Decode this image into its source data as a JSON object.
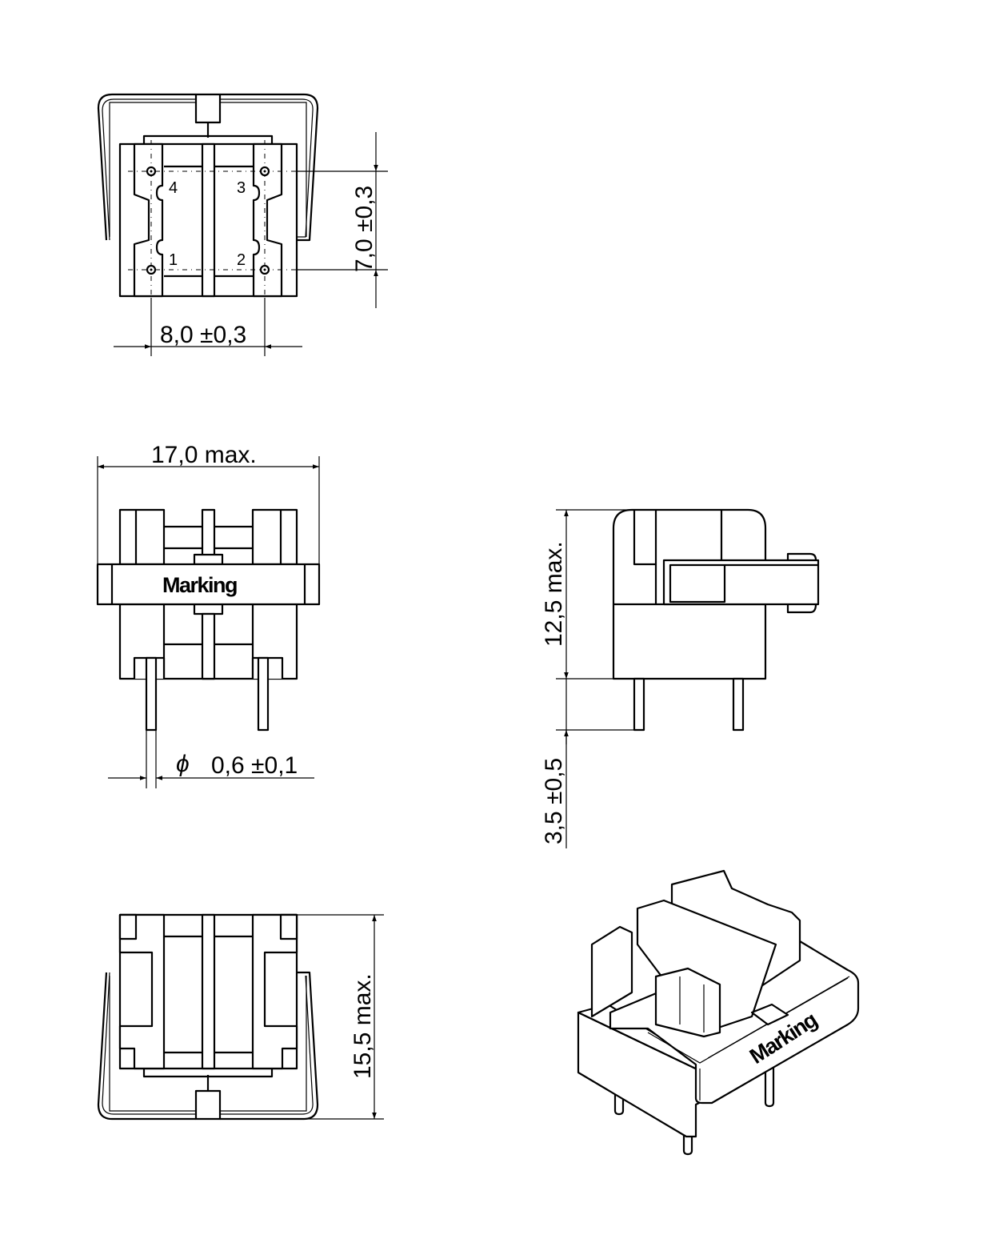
{
  "drawing": {
    "top_view": {
      "pin_labels": [
        "1",
        "2",
        "3",
        "4"
      ],
      "dim_pin_pitch_horizontal": "8,0 ±0,3",
      "dim_pin_pitch_vertical": "7,0 ±0,3"
    },
    "front_view": {
      "dim_width": "17,0 max.",
      "marking_label": "Marking",
      "dim_pin_diameter_symbol": "ϕ",
      "dim_pin_diameter": "0,6 ±0,1"
    },
    "side_view": {
      "dim_height": "12,5 max.",
      "dim_pin_length": "3,5 ±0,5"
    },
    "bottom_view": {
      "dim_depth": "15,5 max."
    },
    "iso_view": {
      "marking_label": "Marking"
    }
  }
}
